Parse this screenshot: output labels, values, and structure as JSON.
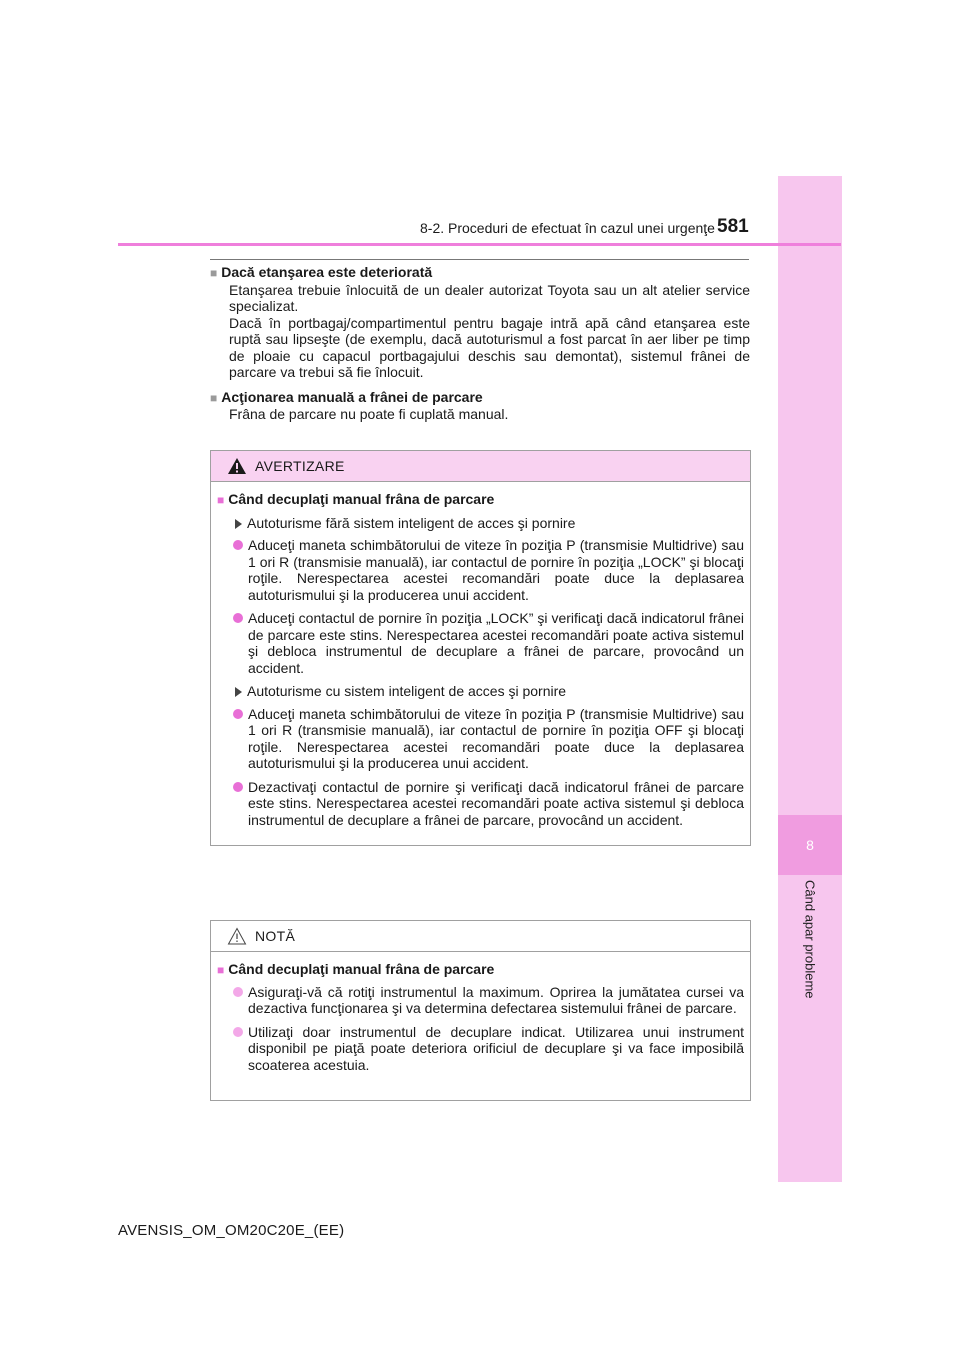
{
  "header": {
    "title": "8-2. Proceduri de efectuat în cazul unei urgenţe",
    "page_number": "581"
  },
  "side_tab": {
    "chapter_number": "8",
    "label": "Când apar probleme"
  },
  "sections": [
    {
      "title": "Dacă etanşarea este deteriorată",
      "paragraphs": [
        "Etanşarea trebuie înlocuită de un dealer autorizat Toyota sau un alt atelier service specializat.",
        "Dacă în portbagaj/compartimentul pentru bagaje intră apă când etanşarea este ruptă sau lipseşte (de exemplu, dacă autoturismul a fost parcat în aer liber pe timp de ploaie cu capacul portbagajului deschis sau demontat), sistemul frânei de parcare va trebui să fie înlocuit."
      ]
    },
    {
      "title": "Acţionarea manuală a frânei de parcare",
      "paragraphs": [
        "Frâna de parcare nu poate fi cuplată manual."
      ]
    }
  ],
  "warning": {
    "label": "AVERTIZARE",
    "title": "Când decuplaţi manual frâna de parcare",
    "groups": [
      {
        "subtitle": "Autoturisme fără sistem inteligent de acces şi pornire",
        "items": [
          "Aduceţi maneta schimbătorului de viteze în poziţia P (transmisie Multidrive) sau 1 ori R (transmisie manuală), iar contactul de pornire în poziţia „LOCK” şi blocaţi roţile. Nerespectarea acestei recomandări poate duce la deplasarea autoturismului şi la producerea unui accident.",
          "Aduceţi contactul de pornire în poziţia „LOCK” şi verificaţi dacă indicatorul frânei de parcare este stins. Nerespectarea acestei recomandări poate activa sistemul şi debloca instrumentul de decuplare a frânei de parcare, provocând un accident."
        ]
      },
      {
        "subtitle": "Autoturisme cu sistem inteligent de acces şi pornire",
        "items": [
          "Aduceţi maneta schimbătorului de viteze în poziţia P (transmisie Multidrive) sau 1 ori R (transmisie manuală), iar contactul de pornire în poziţia OFF şi blocaţi roţile. Nerespectarea acestei recomandări poate duce la deplasarea autoturismului şi la producerea unui accident.",
          "Dezactivaţi contactul de pornire şi verificaţi dacă indicatorul frânei de parcare este stins. Nerespectarea acestei recomandări poate activa sistemul şi debloca instrumentul de decuplare a frânei de parcare, provocând un accident."
        ]
      }
    ]
  },
  "note": {
    "label": "NOTĂ",
    "title": "Când decuplaţi manual frâna de parcare",
    "items": [
      "Asiguraţi-vă că rotiţi instrumentul la maximum. Oprirea la jumătatea cursei va dezactiva funcţionarea şi va determina defectarea sistemului frânei de parcare.",
      "Utilizaţi doar instrumentul de decuplare indicat. Utilizarea unui instrument disponibil pe piaţă poate deteriora orificiul de decuplare şi va face imposibilă scoaterea acestuia."
    ]
  },
  "footer": {
    "text": "AVENSIS_OM_OM20C20E_(EE)"
  },
  "colors": {
    "accent_pink": "#ef7fdc",
    "side_tab": "#f7c6ee",
    "side_tab_number": "#f09ce0",
    "warning_header": "#f9d2f1"
  }
}
